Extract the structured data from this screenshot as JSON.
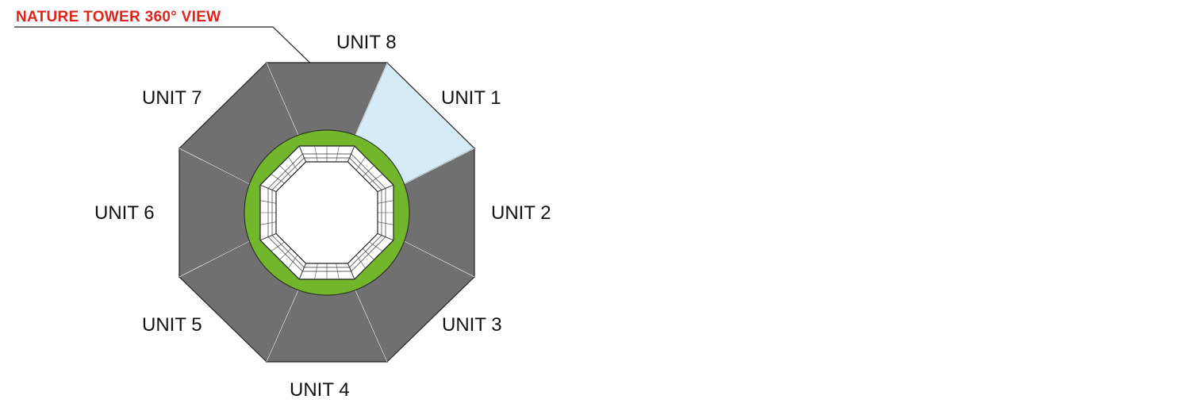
{
  "title": "NATURE TOWER 360° VIEW",
  "colors": {
    "title": "#e2231a",
    "unit_default": "#707070",
    "unit_highlight": "#d5ebf7",
    "garden_ring": "#72b62b",
    "core": "#ffffff",
    "outline": "#222222"
  },
  "highlighted_unit": "UNIT 1",
  "units": [
    {
      "label": "UNIT 1"
    },
    {
      "label": "UNIT 2"
    },
    {
      "label": "UNIT 3"
    },
    {
      "label": "UNIT 4"
    },
    {
      "label": "UNIT 5"
    },
    {
      "label": "UNIT 6"
    },
    {
      "label": "UNIT 7"
    },
    {
      "label": "UNIT 8"
    }
  ]
}
